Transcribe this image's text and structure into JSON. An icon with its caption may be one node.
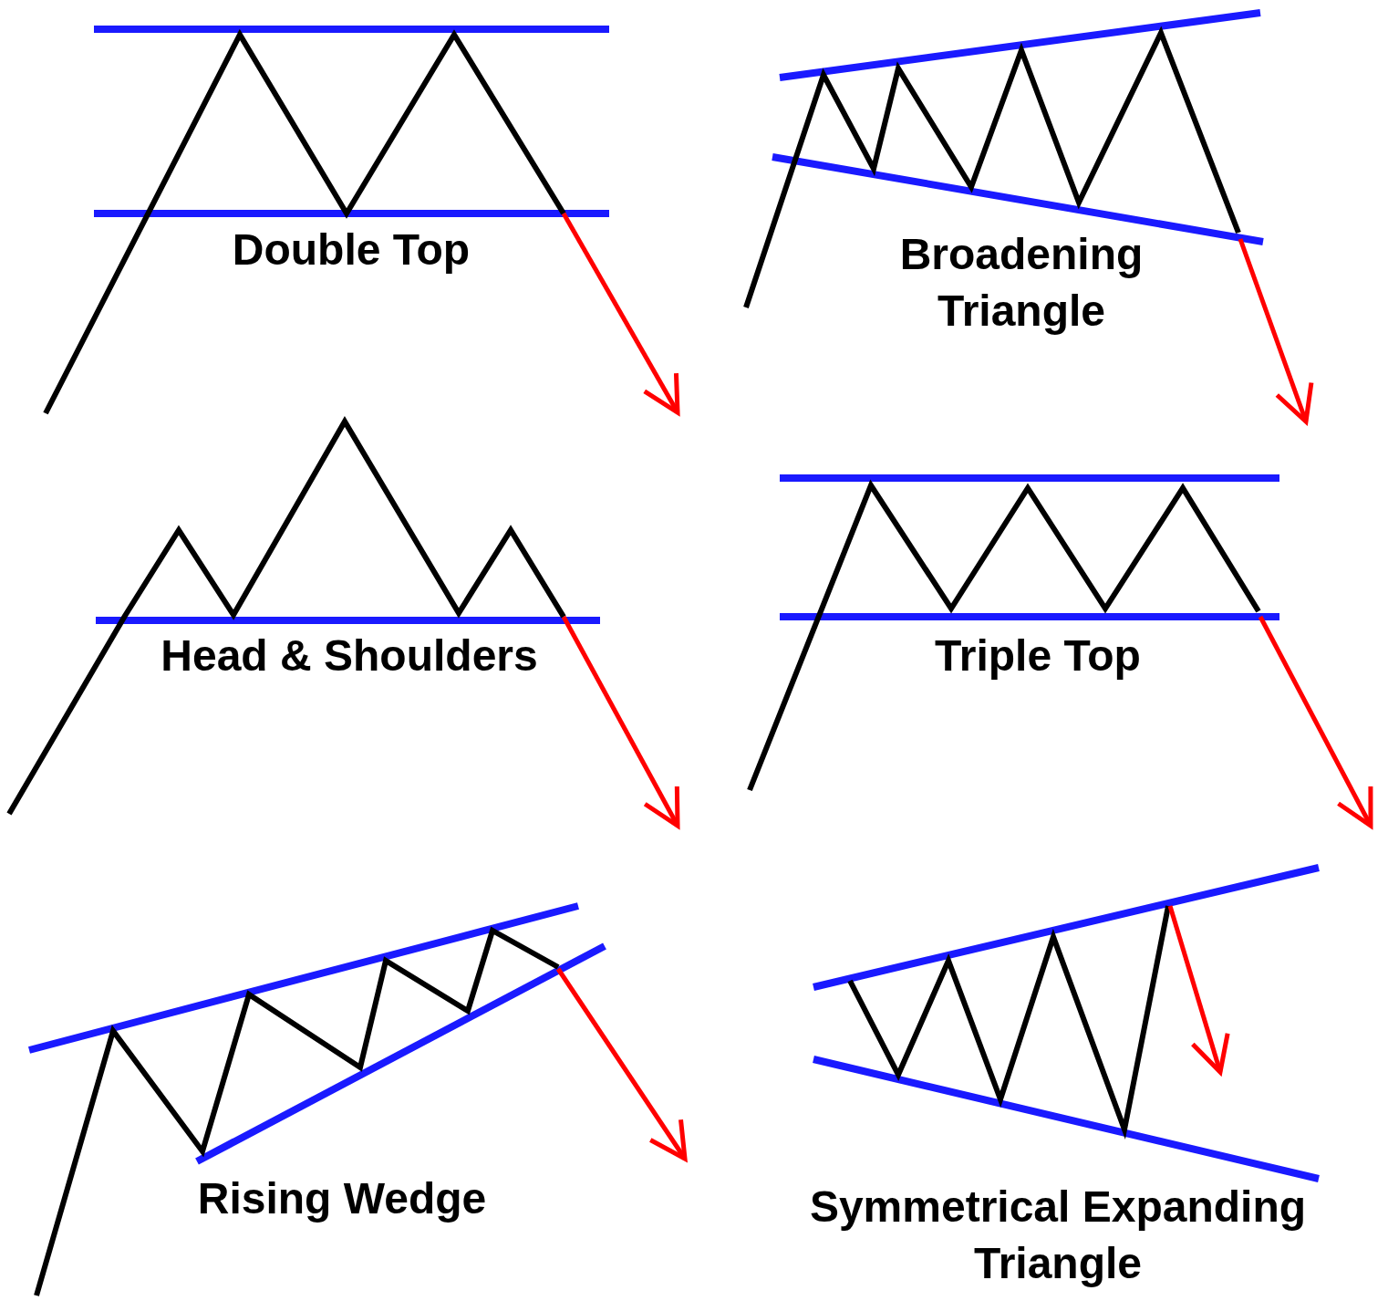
{
  "diagram": {
    "labels": [
      "Double Top",
      "Broadening Triangle",
      "Head & Shoulders",
      "Triple Top",
      "Rising Wedge",
      "Symmetrical Expanding Triangle"
    ]
  }
}
